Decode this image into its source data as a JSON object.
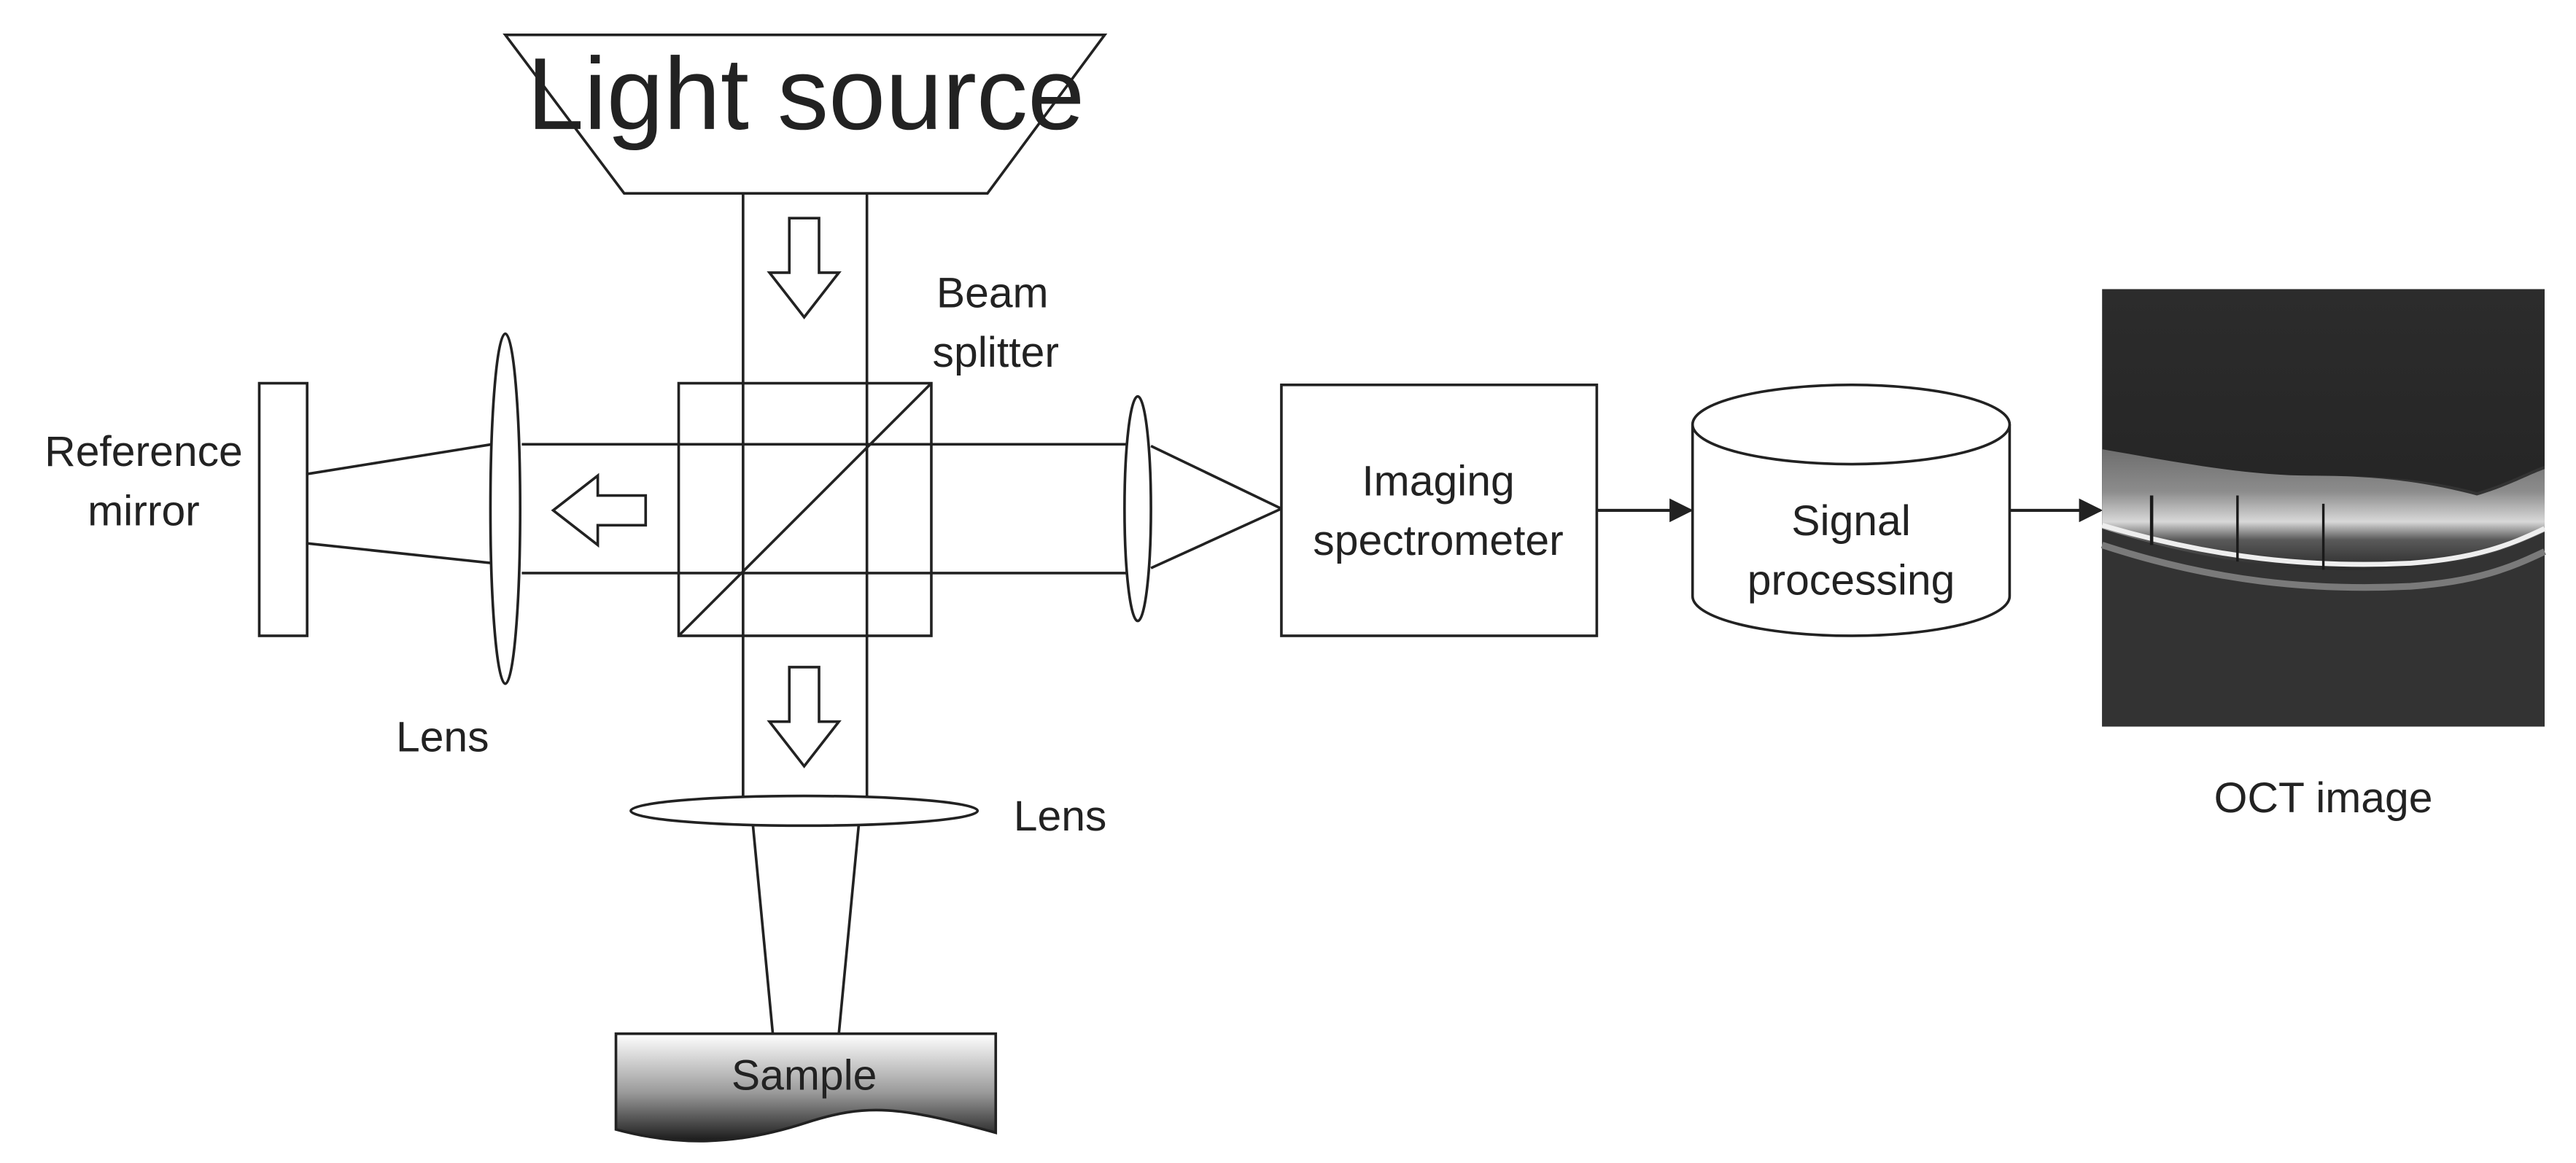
{
  "diagram": {
    "light_source": "Light source",
    "beam_splitter": [
      "Beam",
      "splitter"
    ],
    "reference_mirror": [
      "Reference",
      "mirror"
    ],
    "lens_left": "Lens",
    "lens_bottom": "Lens",
    "imaging_spectrometer": [
      "Imaging",
      "spectrometer"
    ],
    "signal_processing": [
      "Signal",
      "processing"
    ],
    "oct_image": "OCT image",
    "sample": "Sample"
  },
  "colors": {
    "stroke": "#222222",
    "oct_background": "#2a2a2a"
  }
}
